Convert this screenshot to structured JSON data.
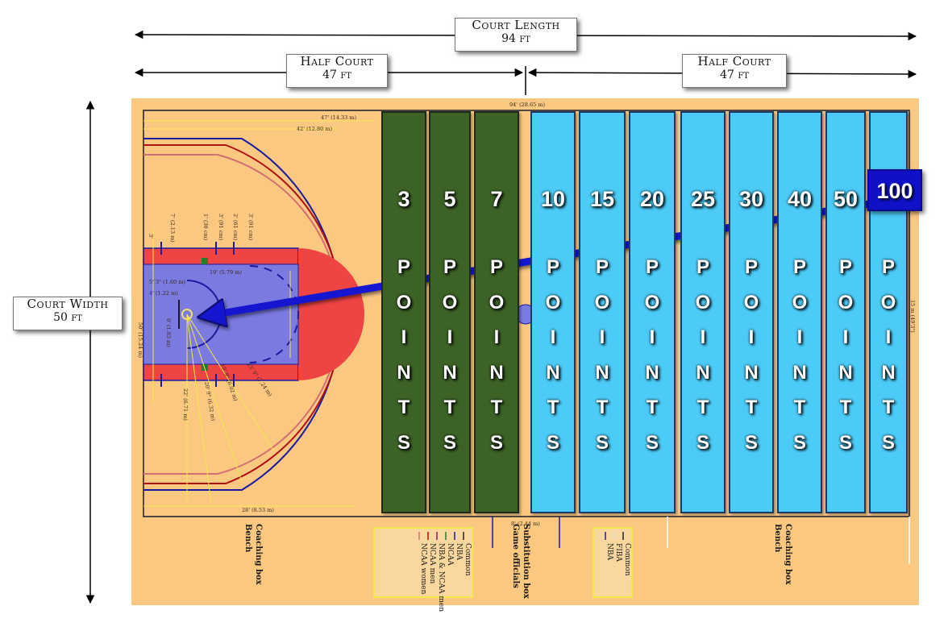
{
  "dimensions": {
    "court_length": {
      "title": "Court Length",
      "value": "94 ft"
    },
    "half_court_left": {
      "title": "Half Court",
      "value": "47 ft"
    },
    "half_court_right": {
      "title": "Half Court",
      "value": "47 ft"
    },
    "court_width": {
      "title": "Court Width",
      "value": "50 ft"
    }
  },
  "zones": [
    {
      "value": "3",
      "word": "POINTS",
      "color": "#3c6226"
    },
    {
      "value": "5",
      "word": "POINTS",
      "color": "#3c6226"
    },
    {
      "value": "7",
      "word": "POINTS",
      "color": "#3c6226"
    },
    {
      "value": "10",
      "word": "POINTS",
      "color": "#4ccbf7"
    },
    {
      "value": "15",
      "word": "POINTS",
      "color": "#4ccbf7"
    },
    {
      "value": "20",
      "word": "POINTS",
      "color": "#4ccbf7"
    },
    {
      "value": "25",
      "word": "POINTS",
      "color": "#4ccbf7"
    },
    {
      "value": "30",
      "word": "POINTS",
      "color": "#4ccbf7"
    },
    {
      "value": "40",
      "word": "POINTS",
      "color": "#4ccbf7"
    },
    {
      "value": "50",
      "word": "POINTS",
      "color": "#4ccbf7"
    },
    {
      "value": "",
      "word": "POINTS",
      "color": "#4ccbf7"
    }
  ],
  "highlight": {
    "value": "100",
    "color": "#1010c8"
  },
  "court_annotations": {
    "top_length": "94' (28.65 m)",
    "line_47": "47' (14.33 m)",
    "line_42": "42' (12.80 m)",
    "bottom_28": "28' (8.53 m)",
    "bottom_8": "8' (2.44 m)",
    "right_15": "15 m (49'3\")",
    "lane_19": "19' (5.79 m)",
    "left_50": "50' (15.24 m)",
    "lane_6": "6' (1.83 m)",
    "lane_5": "5' 3\" (1.60 m)",
    "lane_4": "4' (1.22 m)",
    "marks": [
      "3'",
      "7' (2.13 m)",
      "1' (30 cm)",
      "3' (91 cm)",
      "2' (61 cm)",
      "3' (91 cm)"
    ],
    "radial": [
      "22' (6.71 m)",
      "20' 9\" (6.32 m)",
      "19' 9\" (6.02 m)",
      "23' 9\" (7.24 m)"
    ],
    "coaching_left": [
      "Coaching box",
      "Bench"
    ],
    "coaching_right": [
      "Coaching box",
      "Bench"
    ],
    "substitution": [
      "Substitution box",
      "Game officials"
    ]
  },
  "legend_left": [
    {
      "label": "Common",
      "color": "#222222"
    },
    {
      "label": "NBA",
      "color": "#1a1aa0"
    },
    {
      "label": "NCAA",
      "color": "#2a7a2a"
    },
    {
      "label": "NBA & NCAA men",
      "color": "#8a1a6a"
    },
    {
      "label": "NCAA men",
      "color": "#b01010"
    },
    {
      "label": "NCAA women",
      "color": "#d07070"
    }
  ],
  "legend_right": [
    {
      "label": "Common",
      "color": "#222222"
    },
    {
      "label": "FIBA",
      "color": "#dddddd"
    },
    {
      "label": "NBA",
      "color": "#1a1aa0"
    }
  ]
}
